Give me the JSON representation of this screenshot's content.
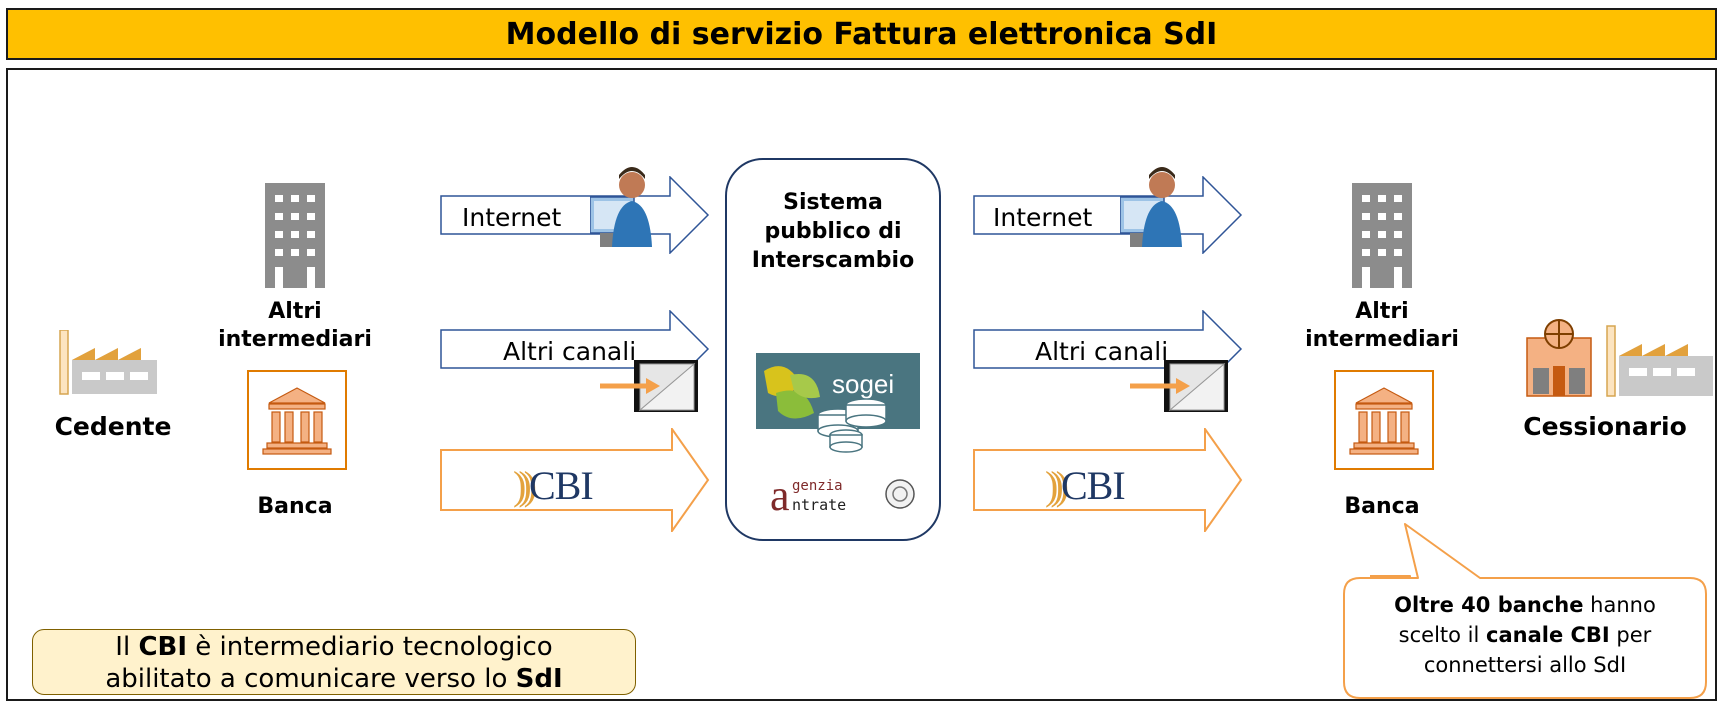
{
  "title": "Modello di servizio Fattura elettronica SdI",
  "left": {
    "intermediari": [
      "Altri",
      "intermediari"
    ],
    "banca": "Banca",
    "cedente": "Cedente"
  },
  "right": {
    "intermediari": [
      "Altri",
      "intermediari"
    ],
    "banca": "Banca",
    "cessionario": "Cessionario"
  },
  "channels": {
    "internet": "Internet",
    "altri": "Altri canali",
    "cbi": "CBI"
  },
  "center": {
    "title_lines": [
      "Sistema",
      "pubblico di",
      "Interscambio"
    ],
    "sogei": "sogei",
    "agenzia": [
      "genzia",
      "ntrate"
    ]
  },
  "note_left": {
    "p1": "Il ",
    "b1": "CBI",
    "p2": " è intermediario tecnologico",
    "p3": "abilitato a comunicare verso lo ",
    "b2": "SdI"
  },
  "note_right": {
    "b1": "Oltre 40 banche",
    "p1": " hanno",
    "p2": "scelto il ",
    "b2": "canale CBI",
    "p3": " per",
    "p4": "connettersi allo SdI"
  },
  "colors": {
    "title_bg": "#ffc000",
    "arrow_blue": "#2f5597",
    "arrow_orange": "#f4a04a",
    "note_bg": "#fff2cc"
  }
}
